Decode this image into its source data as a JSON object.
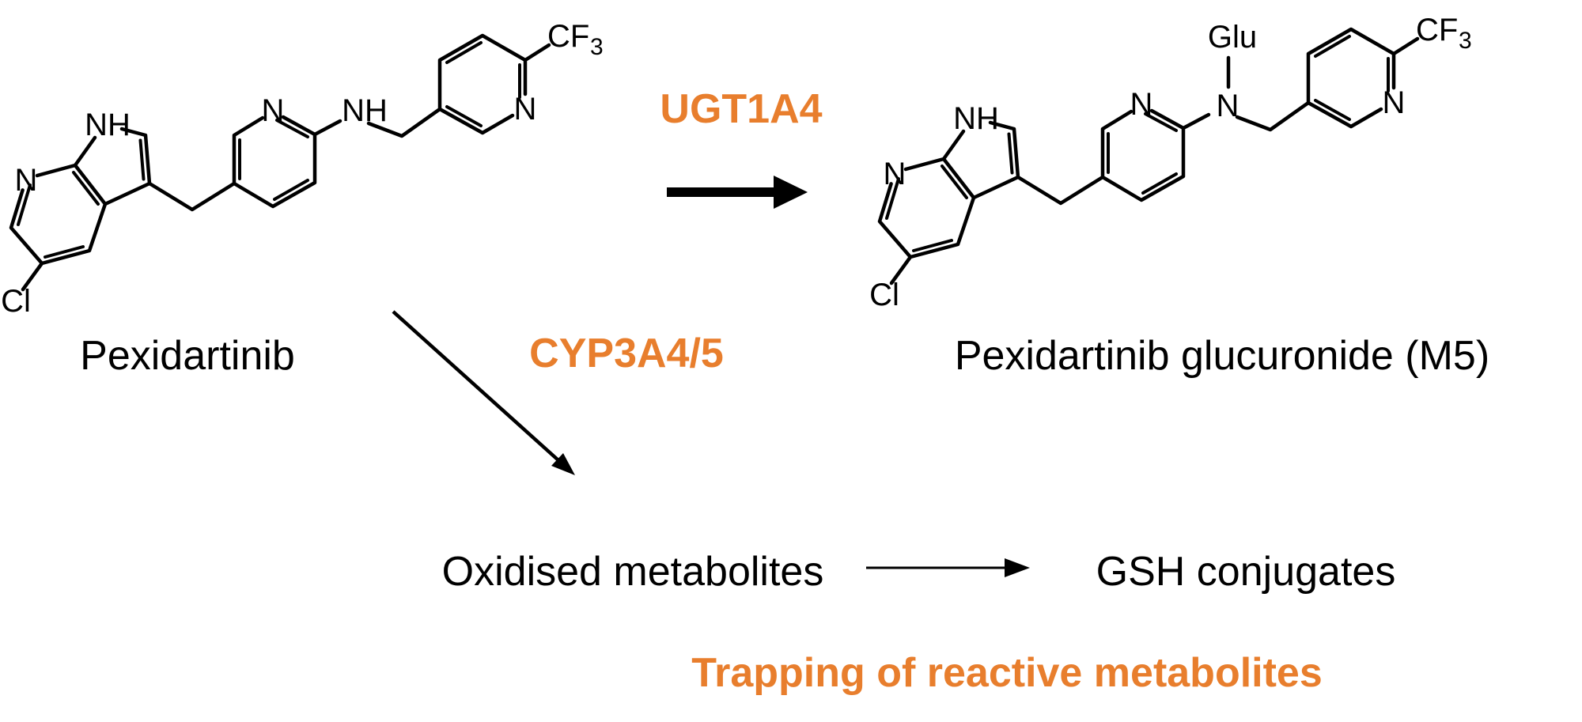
{
  "colors": {
    "enzyme_orange": "#E87E2D",
    "glu_red": "#F91505",
    "structure_black": "#000000"
  },
  "molecule_labels": {
    "pyrrole_nh": "NH",
    "pyridine_n": "N",
    "chloro": "Cl",
    "mid_pyridine_n": "N",
    "amine_nh": "NH",
    "amine_n": "N",
    "cf3_pyridine_n": "N",
    "cf3_cf": "CF",
    "cf3_subscript": "3",
    "glucuronide": "Glu"
  },
  "captions": {
    "left_molecule_name": "Pexidartinib",
    "right_molecule_name": "Pexidartinib glucuronide (M5)",
    "glucuronidation_enzyme": "UGT1A4",
    "oxidation_enzyme": "CYP3A4/5",
    "oxidised_metabolites": "Oxidised metabolites",
    "gsh_conjugates": "GSH conjugates",
    "trapping_note": "Trapping of reactive metabolites"
  }
}
